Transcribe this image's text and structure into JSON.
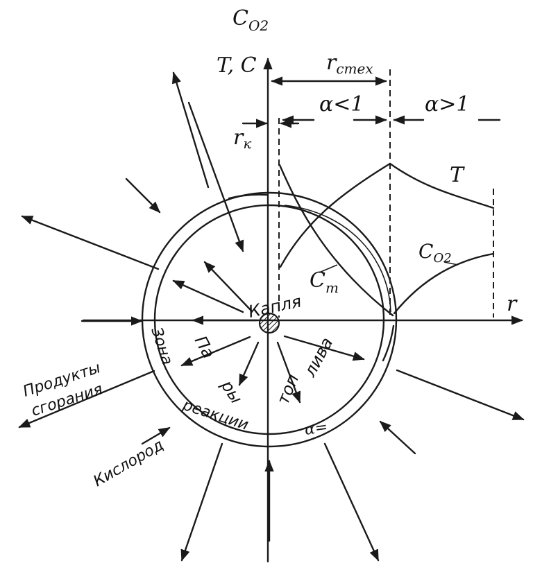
{
  "labels": {
    "c_o2_top": "C",
    "c_o2_top_sub": "O2",
    "axis_tc": "T, C",
    "r_stekh": "r",
    "r_stekh_sub": "стех",
    "alpha_lt1": "α<1",
    "alpha_gt1": "α>1",
    "r_k": "r",
    "r_k_sub": "к",
    "curve_t": "T",
    "curve_co2": "C",
    "curve_co2_sub": "O2",
    "curve_ct": "C",
    "curve_ct_sub": "т",
    "axis_r": "r",
    "droplet": "Капля",
    "zone": "Зона",
    "reaction": "реакции",
    "alpha_eq": "α=",
    "vapors_1": "Па",
    "vapors_2": "ры",
    "fuel_1": "топ",
    "fuel_2": "лива",
    "products_1": "Продукты",
    "products_2": "сгорания",
    "oxygen": "Кислород"
  },
  "colors": {
    "ink": "#1a1a1a",
    "paper": "#ffffff"
  }
}
